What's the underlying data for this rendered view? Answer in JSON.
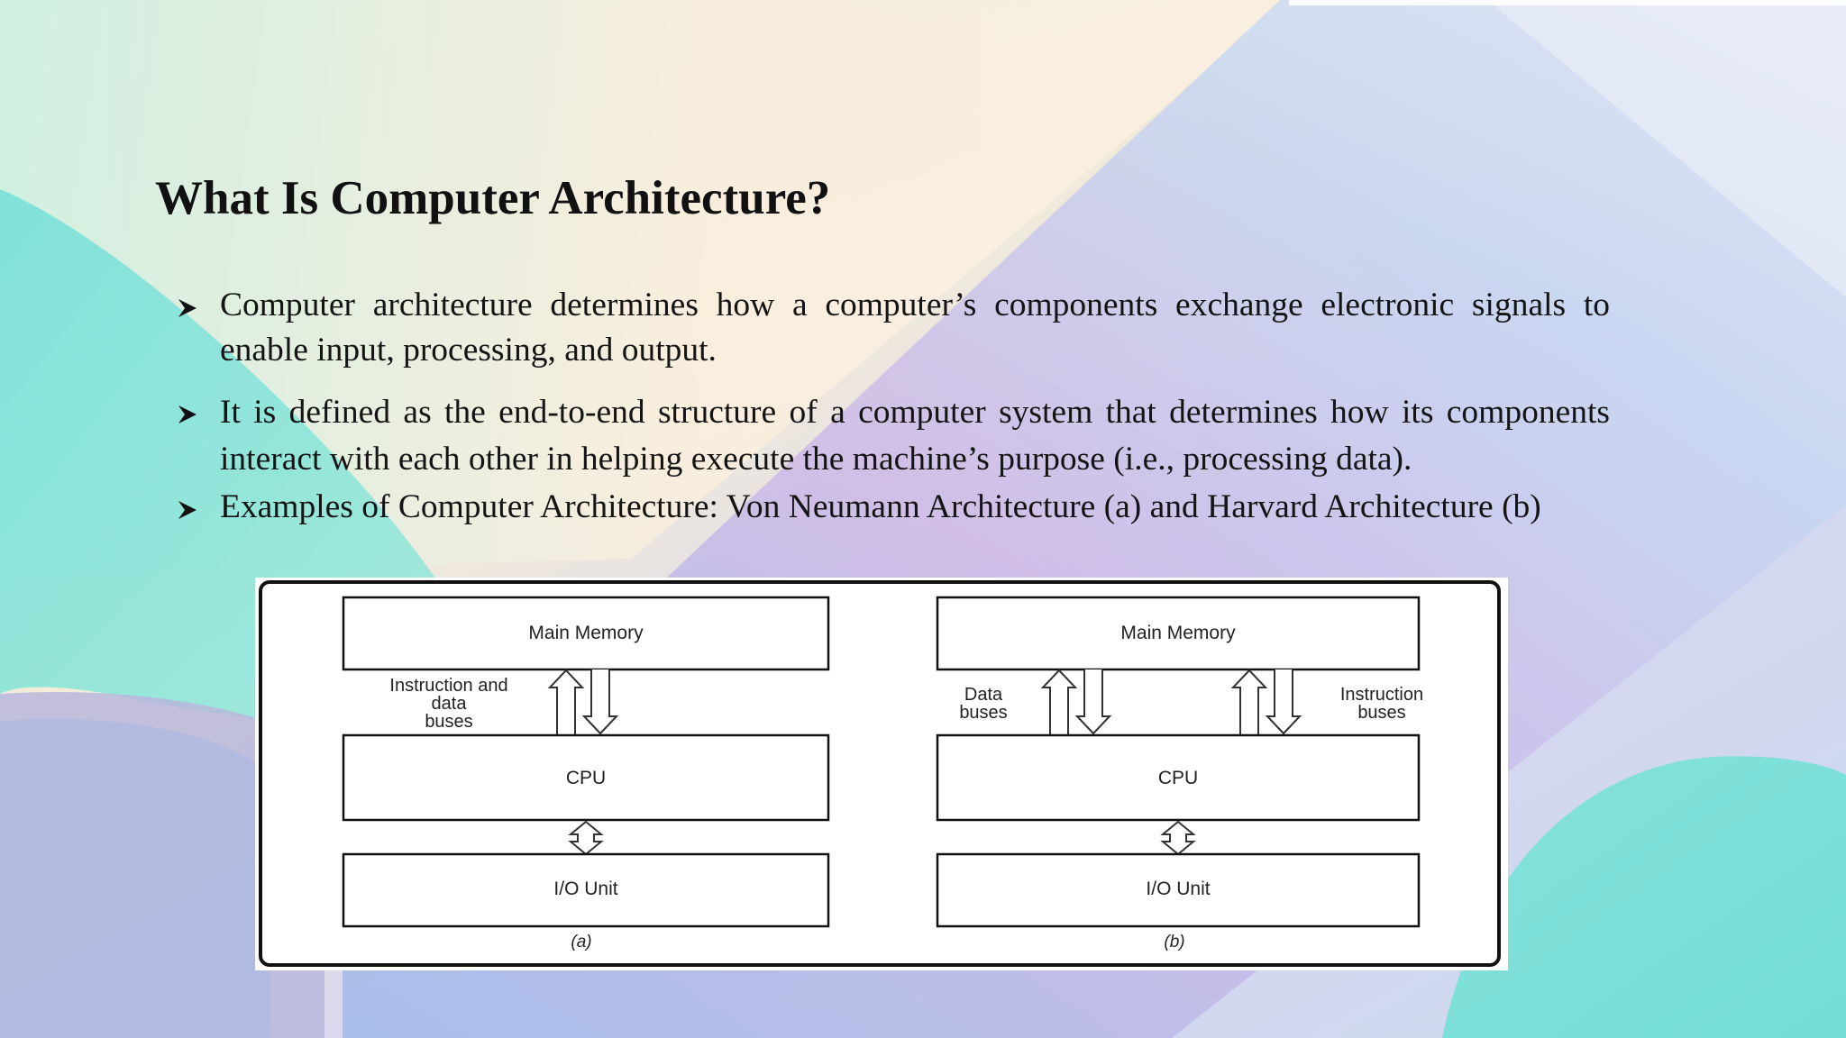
{
  "slide": {
    "title": "What Is Computer Architecture?",
    "bullets": [
      "Computer architecture determines how a computer’s components exchange electronic signals to enable input, processing, and output.",
      "It is defined as the end-to-end structure of a computer system that determines how its components interact with each other in helping execute the machine’s purpose (i.e., processing data).",
      "Examples of Computer Architecture: Von Neumann Architecture (a) and Harvard Architecture (b)"
    ]
  },
  "diagram": {
    "a": {
      "main_memory": "Main Memory",
      "bus_label_1": "Instruction and",
      "bus_label_2": "data",
      "bus_label_3": "buses",
      "cpu": "CPU",
      "io": "I/O Unit",
      "caption": "(a)"
    },
    "b": {
      "main_memory": "Main Memory",
      "data_label_1": "Data",
      "data_label_2": "buses",
      "instr_label_1": "Instruction",
      "instr_label_2": "buses",
      "cpu": "CPU",
      "io": "I/O Unit",
      "caption": "(b)"
    }
  }
}
